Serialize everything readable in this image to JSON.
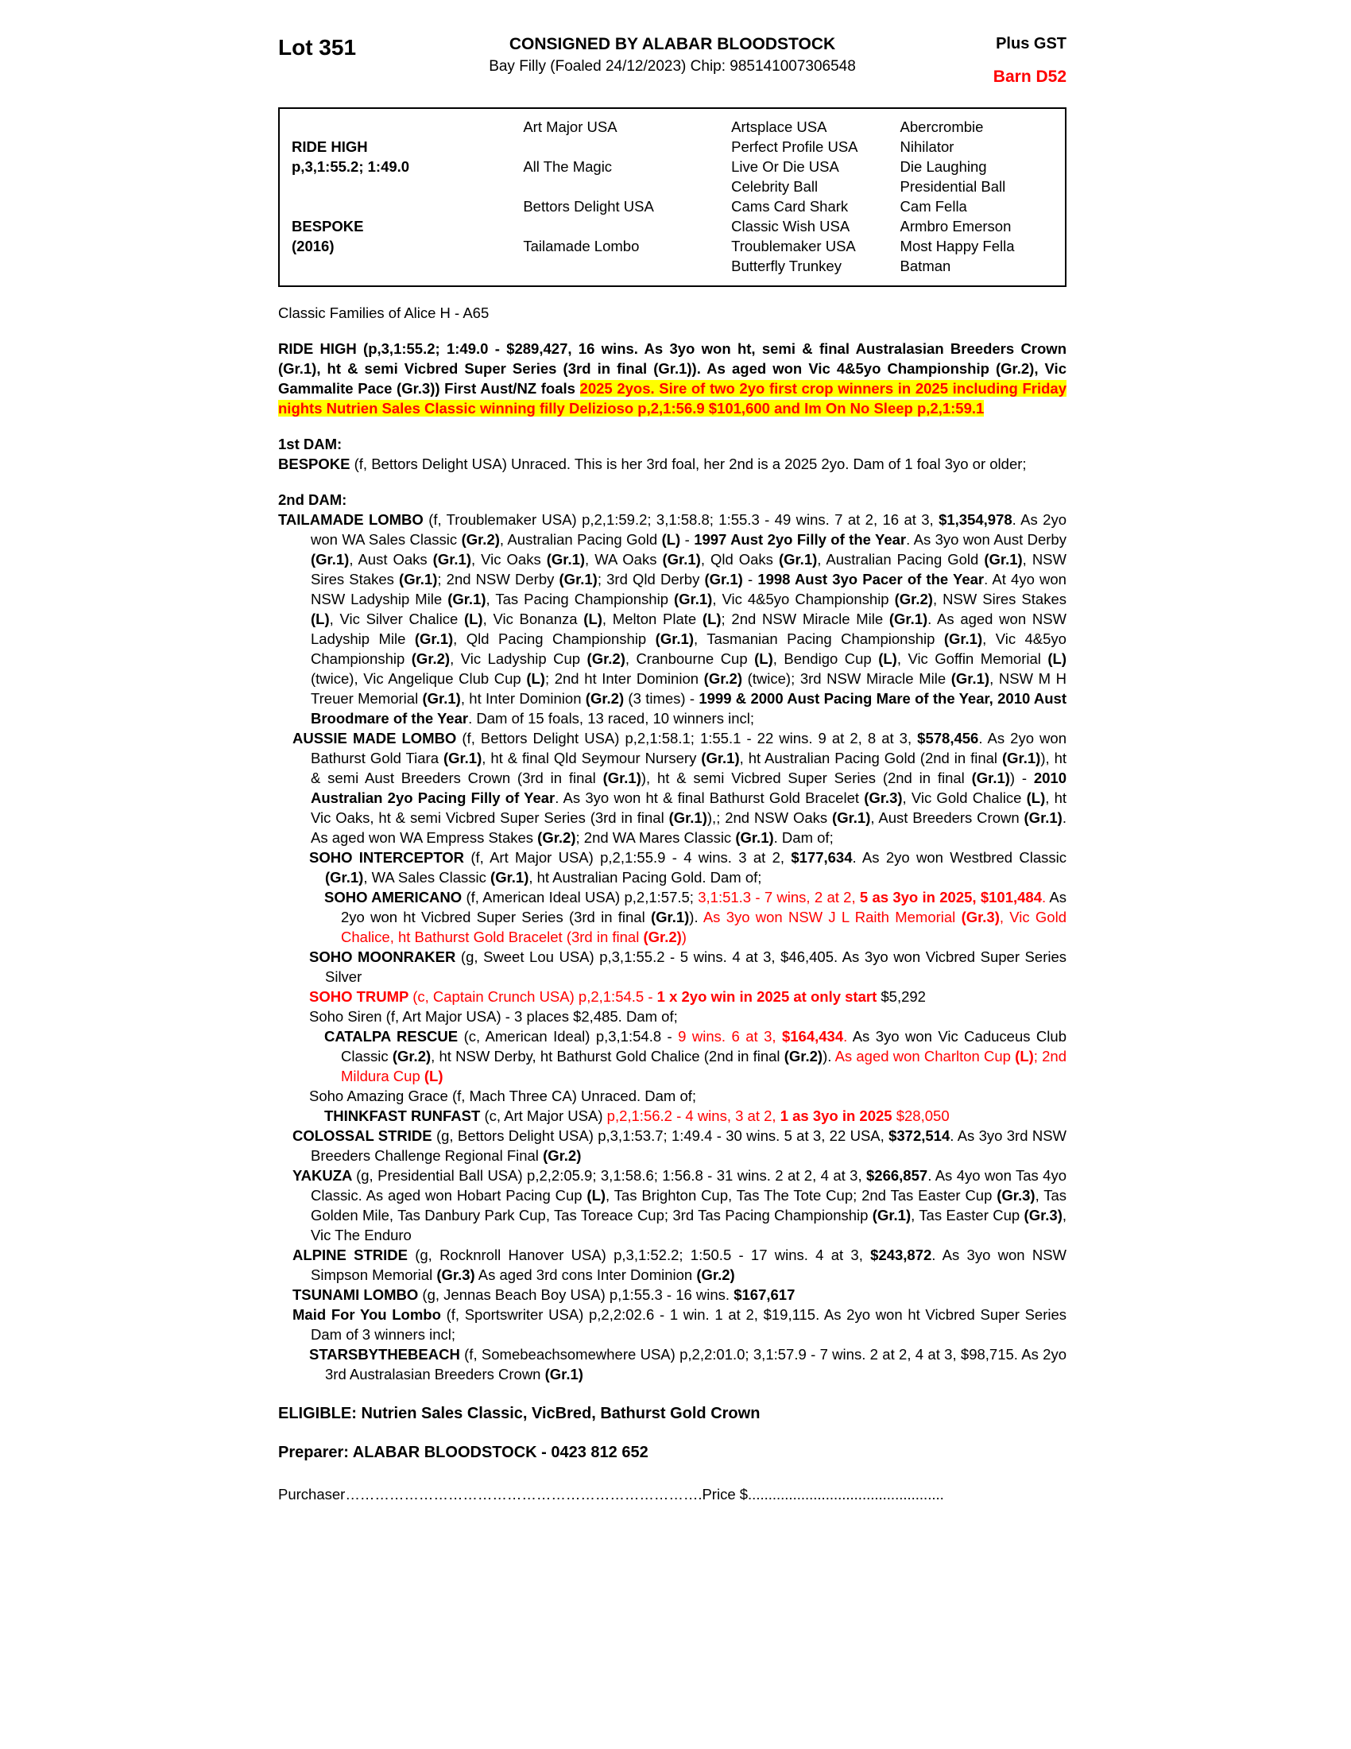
{
  "header": {
    "lot": "Lot 351",
    "consigned": "CONSIGNED BY ALABAR BLOODSTOCK",
    "plus_gst": "Plus GST",
    "details": "Bay Filly (Foaled 24/12/2023) Chip: 985141007306548",
    "barn": "Barn D52"
  },
  "pedigree": {
    "sire_name": "RIDE HIGH",
    "sire_record": "p,3,1:55.2; 1:49.0",
    "dam_name": "BESPOKE",
    "dam_record": "(2016)",
    "gen2": [
      "Art Major USA",
      "All The Magic",
      "Bettors Delight USA",
      "Tailamade Lombo"
    ],
    "gen3": [
      "Artsplace USA",
      "Perfect Profile USA",
      "Live Or Die USA",
      "Celebrity Ball",
      "Cams Card Shark",
      "Classic Wish USA",
      "Troublemaker USA",
      "Butterfly Trunkey"
    ],
    "gen4": [
      "Abercrombie",
      "Nihilator",
      "Die Laughing",
      "Presidential Ball",
      "Cam Fella",
      "Armbro Emerson",
      "Most Happy Fella",
      "Batman"
    ]
  },
  "family_line": "Classic Families of Alice H - A65",
  "body": {
    "sire_para": [
      {
        "t": "RIDE HIGH (p,3,1:55.2; 1:49.0 - $289,427, 16 wins. As 3yo won ht, semi & final Australasian Breeders Crown (Gr.1), ht & semi Vicbred Super Series (3rd in final (Gr.1)). As aged won Vic 4&5yo Championship (Gr.2), Vic Gammalite Pace (Gr.3)) First Aust/NZ foals ",
        "b": true
      },
      {
        "t": "2025 2yos.",
        "b": true,
        "r": true,
        "h": true
      },
      {
        "t": " Sire of two 2yo first crop winners in 2025 including Friday nights Nutrien Sales Classic winning filly Delizioso p,2,1:56.9 $101,600 and Im On No Sleep p,2,1:59.1",
        "b": true,
        "r": true,
        "h": true
      }
    ],
    "dam1_heading": "1st DAM:",
    "dam1_para": [
      {
        "t": "BESPOKE ",
        "b": true
      },
      {
        "t": "(f, Bettors Delight USA) Unraced. This is her 3rd foal, her 2nd is a 2025 2yo. Dam of 1 foal 3yo or older;"
      }
    ],
    "dam2_heading": "2nd DAM:",
    "progeny": [
      {
        "indent": 0,
        "segments": [
          {
            "t": "TAILAMADE LOMBO ",
            "b": true
          },
          {
            "t": "(f, Troublemaker USA) p,2,1:59.2; 3,1:58.8; 1:55.3 - 49 wins. 7 at 2, 16 at 3, "
          },
          {
            "t": "$1,354,978",
            "b": true
          },
          {
            "t": ". As 2yo won WA Sales Classic "
          },
          {
            "t": "(Gr.2)",
            "b": true
          },
          {
            "t": ", Australian Pacing Gold "
          },
          {
            "t": "(L)",
            "b": true
          },
          {
            "t": " - "
          },
          {
            "t": "1997 Aust 2yo Filly of the Year",
            "b": true
          },
          {
            "t": ". As 3yo won Aust Derby "
          },
          {
            "t": "(Gr.1)",
            "b": true
          },
          {
            "t": ", Aust Oaks "
          },
          {
            "t": "(Gr.1)",
            "b": true
          },
          {
            "t": ", Vic Oaks "
          },
          {
            "t": "(Gr.1)",
            "b": true
          },
          {
            "t": ", WA Oaks "
          },
          {
            "t": "(Gr.1)",
            "b": true
          },
          {
            "t": ", Qld Oaks "
          },
          {
            "t": "(Gr.1)",
            "b": true
          },
          {
            "t": ", Australian Pacing Gold "
          },
          {
            "t": "(Gr.1)",
            "b": true
          },
          {
            "t": ", NSW Sires Stakes "
          },
          {
            "t": "(Gr.1)",
            "b": true
          },
          {
            "t": "; 2nd NSW Derby "
          },
          {
            "t": "(Gr.1)",
            "b": true
          },
          {
            "t": "; 3rd Qld Derby "
          },
          {
            "t": "(Gr.1)",
            "b": true
          },
          {
            "t": " - "
          },
          {
            "t": "1998 Aust 3yo Pacer of the Year",
            "b": true
          },
          {
            "t": ". At 4yo won NSW Ladyship Mile "
          },
          {
            "t": "(Gr.1)",
            "b": true
          },
          {
            "t": ", Tas Pacing Championship "
          },
          {
            "t": "(Gr.1)",
            "b": true
          },
          {
            "t": ", Vic 4&5yo Championship "
          },
          {
            "t": "(Gr.2)",
            "b": true
          },
          {
            "t": ", NSW Sires Stakes "
          },
          {
            "t": "(L)",
            "b": true
          },
          {
            "t": ", Vic Silver Chalice "
          },
          {
            "t": "(L)",
            "b": true
          },
          {
            "t": ", Vic Bonanza "
          },
          {
            "t": "(L)",
            "b": true
          },
          {
            "t": ", Melton Plate "
          },
          {
            "t": "(L)",
            "b": true
          },
          {
            "t": "; 2nd NSW Miracle Mile "
          },
          {
            "t": "(Gr.1)",
            "b": true
          },
          {
            "t": ". As aged won NSW Ladyship Mile "
          },
          {
            "t": "(Gr.1)",
            "b": true
          },
          {
            "t": ", Qld Pacing Championship "
          },
          {
            "t": "(Gr.1)",
            "b": true
          },
          {
            "t": ", Tasmanian Pacing Championship "
          },
          {
            "t": "(Gr.1)",
            "b": true
          },
          {
            "t": ", Vic 4&5yo Championship "
          },
          {
            "t": "(Gr.2)",
            "b": true
          },
          {
            "t": ", Vic Ladyship Cup "
          },
          {
            "t": "(Gr.2)",
            "b": true
          },
          {
            "t": ", Cranbourne Cup "
          },
          {
            "t": "(L)",
            "b": true
          },
          {
            "t": ", Bendigo Cup "
          },
          {
            "t": "(L)",
            "b": true
          },
          {
            "t": ", Vic Goffin Memorial "
          },
          {
            "t": "(L)",
            "b": true
          },
          {
            "t": " (twice), Vic Angelique Club Cup "
          },
          {
            "t": "(L)",
            "b": true
          },
          {
            "t": "; 2nd ht Inter Dominion "
          },
          {
            "t": "(Gr.2)",
            "b": true
          },
          {
            "t": " (twice); 3rd NSW Miracle Mile "
          },
          {
            "t": "(Gr.1)",
            "b": true
          },
          {
            "t": ", NSW M H Treuer Memorial "
          },
          {
            "t": "(Gr.1)",
            "b": true
          },
          {
            "t": ", ht Inter Dominion "
          },
          {
            "t": "(Gr.2)",
            "b": true
          },
          {
            "t": " (3 times) - "
          },
          {
            "t": "1999 & 2000 Aust Pacing Mare of the Year, 2010 Aust Broodmare of the Year",
            "b": true
          },
          {
            "t": ". Dam of 15 foals, 13 raced, 10 winners incl;"
          }
        ]
      },
      {
        "indent": 1,
        "segments": [
          {
            "t": "AUSSIE MADE LOMBO ",
            "b": true
          },
          {
            "t": "(f, Bettors Delight USA) p,2,1:58.1; 1:55.1 - 22 wins. 9 at 2, 8 at 3, "
          },
          {
            "t": "$578,456",
            "b": true
          },
          {
            "t": ". As 2yo won Bathurst Gold Tiara "
          },
          {
            "t": "(Gr.1)",
            "b": true
          },
          {
            "t": ", ht & final Qld Seymour Nursery "
          },
          {
            "t": "(Gr.1)",
            "b": true
          },
          {
            "t": ", ht Australian Pacing Gold (2nd in final "
          },
          {
            "t": "(Gr.1)",
            "b": true
          },
          {
            "t": "), ht & semi Aust Breeders Crown (3rd in final "
          },
          {
            "t": "(Gr.1)",
            "b": true
          },
          {
            "t": "), ht & semi Vicbred Super Series (2nd in final "
          },
          {
            "t": "(Gr.1)",
            "b": true
          },
          {
            "t": ") - "
          },
          {
            "t": "2010 Australian 2yo Pacing Filly of Year",
            "b": true
          },
          {
            "t": ". As 3yo won ht & final Bathurst Gold Bracelet "
          },
          {
            "t": "(Gr.3)",
            "b": true
          },
          {
            "t": ", Vic Gold Chalice "
          },
          {
            "t": "(L)",
            "b": true
          },
          {
            "t": ", ht Vic Oaks, ht & semi Vicbred Super Series (3rd in final "
          },
          {
            "t": "(Gr.1)",
            "b": true
          },
          {
            "t": "),; 2nd NSW Oaks "
          },
          {
            "t": "(Gr.1)",
            "b": true
          },
          {
            "t": ", Aust Breeders Crown "
          },
          {
            "t": "(Gr.1)",
            "b": true
          },
          {
            "t": ". As aged won WA Empress Stakes "
          },
          {
            "t": "(Gr.2)",
            "b": true
          },
          {
            "t": "; 2nd WA Mares Classic "
          },
          {
            "t": "(Gr.1)",
            "b": true
          },
          {
            "t": ". Dam of;"
          }
        ]
      },
      {
        "indent": 2,
        "segments": [
          {
            "t": "SOHO INTERCEPTOR ",
            "b": true
          },
          {
            "t": "(f, Art Major USA) p,2,1:55.9 - 4 wins. 3 at 2, "
          },
          {
            "t": "$177,634",
            "b": true
          },
          {
            "t": ". As 2yo won Westbred Classic "
          },
          {
            "t": "(Gr.1)",
            "b": true
          },
          {
            "t": ", WA Sales Classic "
          },
          {
            "t": "(Gr.1)",
            "b": true
          },
          {
            "t": ", ht Australian Pacing Gold. Dam of;"
          }
        ]
      },
      {
        "indent": 3,
        "segments": [
          {
            "t": "SOHO AMERICANO ",
            "b": true
          },
          {
            "t": "(f, American Ideal USA) p,2,1:57.5; "
          },
          {
            "t": "3,1:51.3 - 7 wins, 2 at 2, ",
            "r": true
          },
          {
            "t": "5 as 3yo in 2025, $101,484",
            "b": true,
            "r": true
          },
          {
            "t": ". ",
            "r": true
          },
          {
            "t": "As 2yo won ht Vicbred Super Series (3rd in final "
          },
          {
            "t": "(Gr.1)",
            "b": true
          },
          {
            "t": "). "
          },
          {
            "t": "As 3yo won NSW J L Raith Memorial ",
            "r": true
          },
          {
            "t": "(Gr.3)",
            "b": true,
            "r": true
          },
          {
            "t": ", Vic Gold Chalice, ht Bathurst Gold Bracelet (3rd in final ",
            "r": true
          },
          {
            "t": "(Gr.2)",
            "b": true,
            "r": true
          },
          {
            "t": ")",
            "r": true
          }
        ]
      },
      {
        "indent": 2,
        "segments": [
          {
            "t": "SOHO MOONRAKER ",
            "b": true
          },
          {
            "t": "(g, Sweet Lou USA) p,3,1:55.2 - 5 wins. 4 at 3, $46,405. As 3yo won Vicbred Super Series Silver"
          }
        ]
      },
      {
        "indent": 2,
        "segments": [
          {
            "t": "SOHO TRUMP ",
            "b": true,
            "r": true
          },
          {
            "t": "(c, Captain Crunch USA) p,2,1:54.5 - ",
            "r": true
          },
          {
            "t": "1 x 2yo win in 2025 at only start",
            "b": true,
            "r": true
          },
          {
            "t": " $5,292"
          }
        ]
      },
      {
        "indent": 2,
        "segments": [
          {
            "t": "Soho Siren (f, Art Major USA) - 3 places $2,485. Dam of;"
          }
        ]
      },
      {
        "indent": 3,
        "segments": [
          {
            "t": "CATALPA RESCUE ",
            "b": true
          },
          {
            "t": "(c, American Ideal) p,3,1:54.8 - "
          },
          {
            "t": "9 wins. 6 at 3, ",
            "r": true
          },
          {
            "t": "$164,434",
            "b": true,
            "r": true
          },
          {
            "t": ". ",
            "r": true
          },
          {
            "t": "As 3yo won Vic Caduceus Club Classic "
          },
          {
            "t": "(Gr.2)",
            "b": true
          },
          {
            "t": ", ht NSW Derby, ht Bathurst Gold Chalice (2nd in final "
          },
          {
            "t": "(Gr.2)",
            "b": true
          },
          {
            "t": "). "
          },
          {
            "t": "As aged won Charlton Cup ",
            "r": true
          },
          {
            "t": "(L)",
            "b": true,
            "r": true
          },
          {
            "t": "; 2nd Mildura Cup ",
            "r": true
          },
          {
            "t": "(L)",
            "b": true,
            "r": true
          }
        ]
      },
      {
        "indent": 2,
        "segments": [
          {
            "t": "Soho Amazing Grace (f, Mach Three CA) Unraced. Dam of;"
          }
        ]
      },
      {
        "indent": 3,
        "segments": [
          {
            "t": "THINKFAST RUNFAST ",
            "b": true
          },
          {
            "t": "(c, Art Major USA) "
          },
          {
            "t": "p,2,1:56.2 - 4 wins, 3 at 2, ",
            "r": true
          },
          {
            "t": "1 as 3yo in 2025",
            "b": true,
            "r": true
          },
          {
            "t": " $28,050",
            "r": true
          }
        ]
      },
      {
        "indent": 1,
        "segments": [
          {
            "t": "COLOSSAL STRIDE ",
            "b": true
          },
          {
            "t": "(g, Bettors Delight USA) p,3,1:53.7; 1:49.4 - 30 wins. 5 at 3, 22 USA, "
          },
          {
            "t": "$372,514",
            "b": true
          },
          {
            "t": ". As 3yo 3rd NSW Breeders Challenge Regional Final "
          },
          {
            "t": "(Gr.2)",
            "b": true
          }
        ]
      },
      {
        "indent": 1,
        "segments": [
          {
            "t": "YAKUZA ",
            "b": true
          },
          {
            "t": "(g, Presidential Ball USA) p,2,2:05.9; 3,1:58.6; 1:56.8 - 31 wins. 2 at 2, 4 at 3, "
          },
          {
            "t": "$266,857",
            "b": true
          },
          {
            "t": ". As 4yo won Tas 4yo Classic. As aged won Hobart Pacing Cup "
          },
          {
            "t": "(L)",
            "b": true
          },
          {
            "t": ", Tas Brighton Cup, Tas The Tote Cup; 2nd Tas Easter Cup "
          },
          {
            "t": "(Gr.3)",
            "b": true
          },
          {
            "t": ", Tas Golden Mile, Tas Danbury Park Cup, Tas Toreace Cup; 3rd Tas Pacing Championship "
          },
          {
            "t": "(Gr.1)",
            "b": true
          },
          {
            "t": ", Tas Easter Cup "
          },
          {
            "t": "(Gr.3)",
            "b": true
          },
          {
            "t": ", Vic The Enduro"
          }
        ]
      },
      {
        "indent": 1,
        "segments": [
          {
            "t": "ALPINE STRIDE ",
            "b": true
          },
          {
            "t": "(g, Rocknroll Hanover USA) p,3,1:52.2; 1:50.5 - 17 wins. 4 at 3, "
          },
          {
            "t": "$243,872",
            "b": true
          },
          {
            "t": ". As 3yo won NSW Simpson Memorial "
          },
          {
            "t": "(Gr.3)",
            "b": true
          },
          {
            "t": " As aged 3rd cons Inter Dominion "
          },
          {
            "t": "(Gr.2)",
            "b": true
          }
        ]
      },
      {
        "indent": 1,
        "segments": [
          {
            "t": "TSUNAMI LOMBO ",
            "b": true
          },
          {
            "t": "(g, Jennas Beach Boy USA) p,1:55.3 - 16 wins. "
          },
          {
            "t": "$167,617",
            "b": true
          }
        ]
      },
      {
        "indent": 1,
        "segments": [
          {
            "t": "Maid For You Lombo ",
            "b": true
          },
          {
            "t": "(f, Sportswriter USA) p,2,2:02.6 - 1 win. 1 at 2, $19,115. As 2yo won ht Vicbred Super Series Dam of 3 winners incl;"
          }
        ]
      },
      {
        "indent": 2,
        "segments": [
          {
            "t": "STARSBYTHEBEACH ",
            "b": true
          },
          {
            "t": "(f, Somebeachsomewhere USA) p,2,2:01.0; 3,1:57.9 - 7 wins. 2 at 2, 4 at 3, $98,715. As 2yo 3rd Australasian Breeders Crown "
          },
          {
            "t": "(Gr.1)",
            "b": true
          }
        ]
      }
    ]
  },
  "footer": {
    "eligible": "ELIGIBLE: Nutrien Sales Classic, VicBred, Bathurst Gold Crown",
    "preparer": "Preparer: ALABAR BLOODSTOCK - 0423 812 652",
    "purchaser": "Purchaser……………………………………………………………….Price $................................................"
  }
}
